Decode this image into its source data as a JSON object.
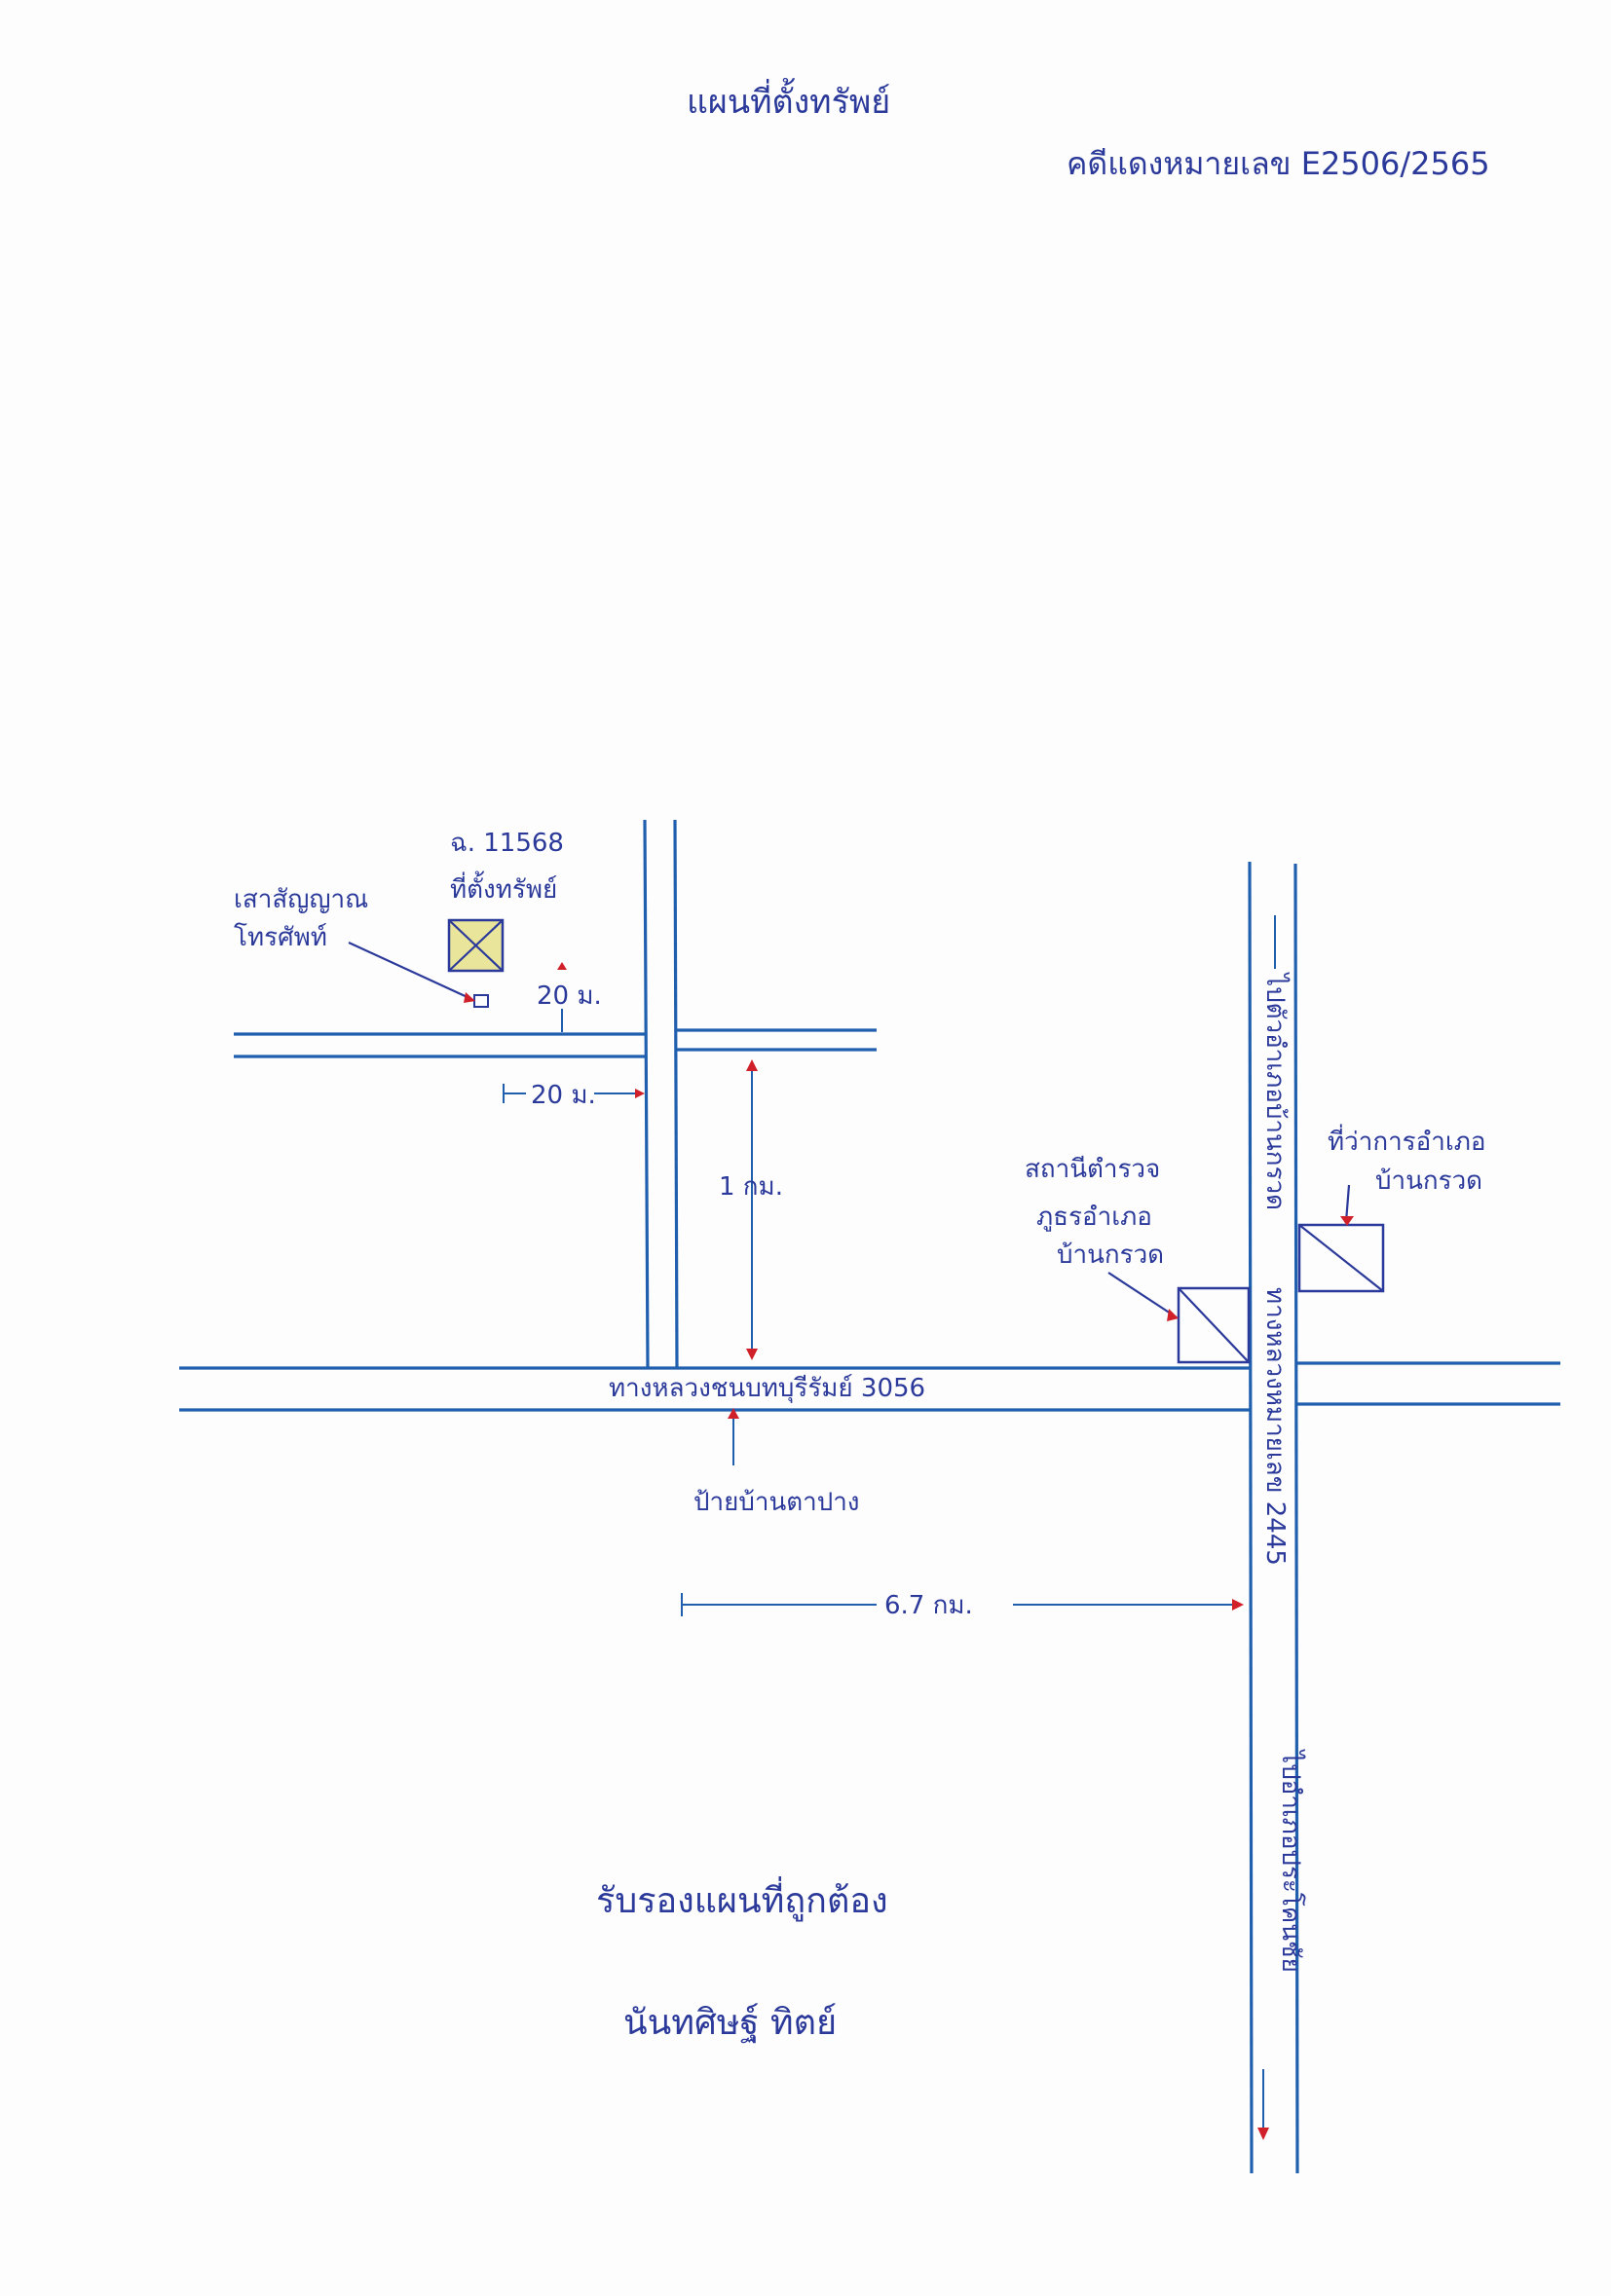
{
  "document": {
    "title": "แผนที่ตั้งทรัพย์",
    "case_number": "คดีแดงหมายเลข E2506/2565"
  },
  "map": {
    "property": {
      "deed": "ฉ. 11568",
      "label": "ที่ตั้งทรัพย์",
      "marker_color": "#e9e59a"
    },
    "telephone_pole": "เสาสัญญาณโทรศัพท์",
    "distances": {
      "pole_offset": "20 ม.",
      "side_road_offset": "20 ม.",
      "side_road_length": "1 กม.",
      "main_distance": "6.7 กม."
    },
    "roads": {
      "highway_3056": "ทางหลวงชนบทบุรีรัมย์ 3056",
      "highway_2445": "ทางหลวงหมายเลข 2445",
      "to_ban_kruat": "ไปตัวอำเภอบ้านกรวด",
      "to_prakhon_chai": "ไปอำเภอประโคนชัย"
    },
    "landmarks": {
      "police_station": [
        "สถานีตำรวจ",
        "ภูธรอำเภอ",
        "บ้านกรวด"
      ],
      "district_office": [
        "ที่ว่าการอำเภอ",
        "บ้านกรวด"
      ],
      "village_sign": "ป้ายบ้านตาปาง"
    },
    "colors": {
      "road_ink": "#1f5fae",
      "pen_ink": "#2b3a9a",
      "arrow_tip": "#d0202a"
    }
  },
  "certification": {
    "statement": "รับรองแผนที่ถูกต้อง",
    "signature": "นันทศิษฐ์ ทิตย์"
  }
}
